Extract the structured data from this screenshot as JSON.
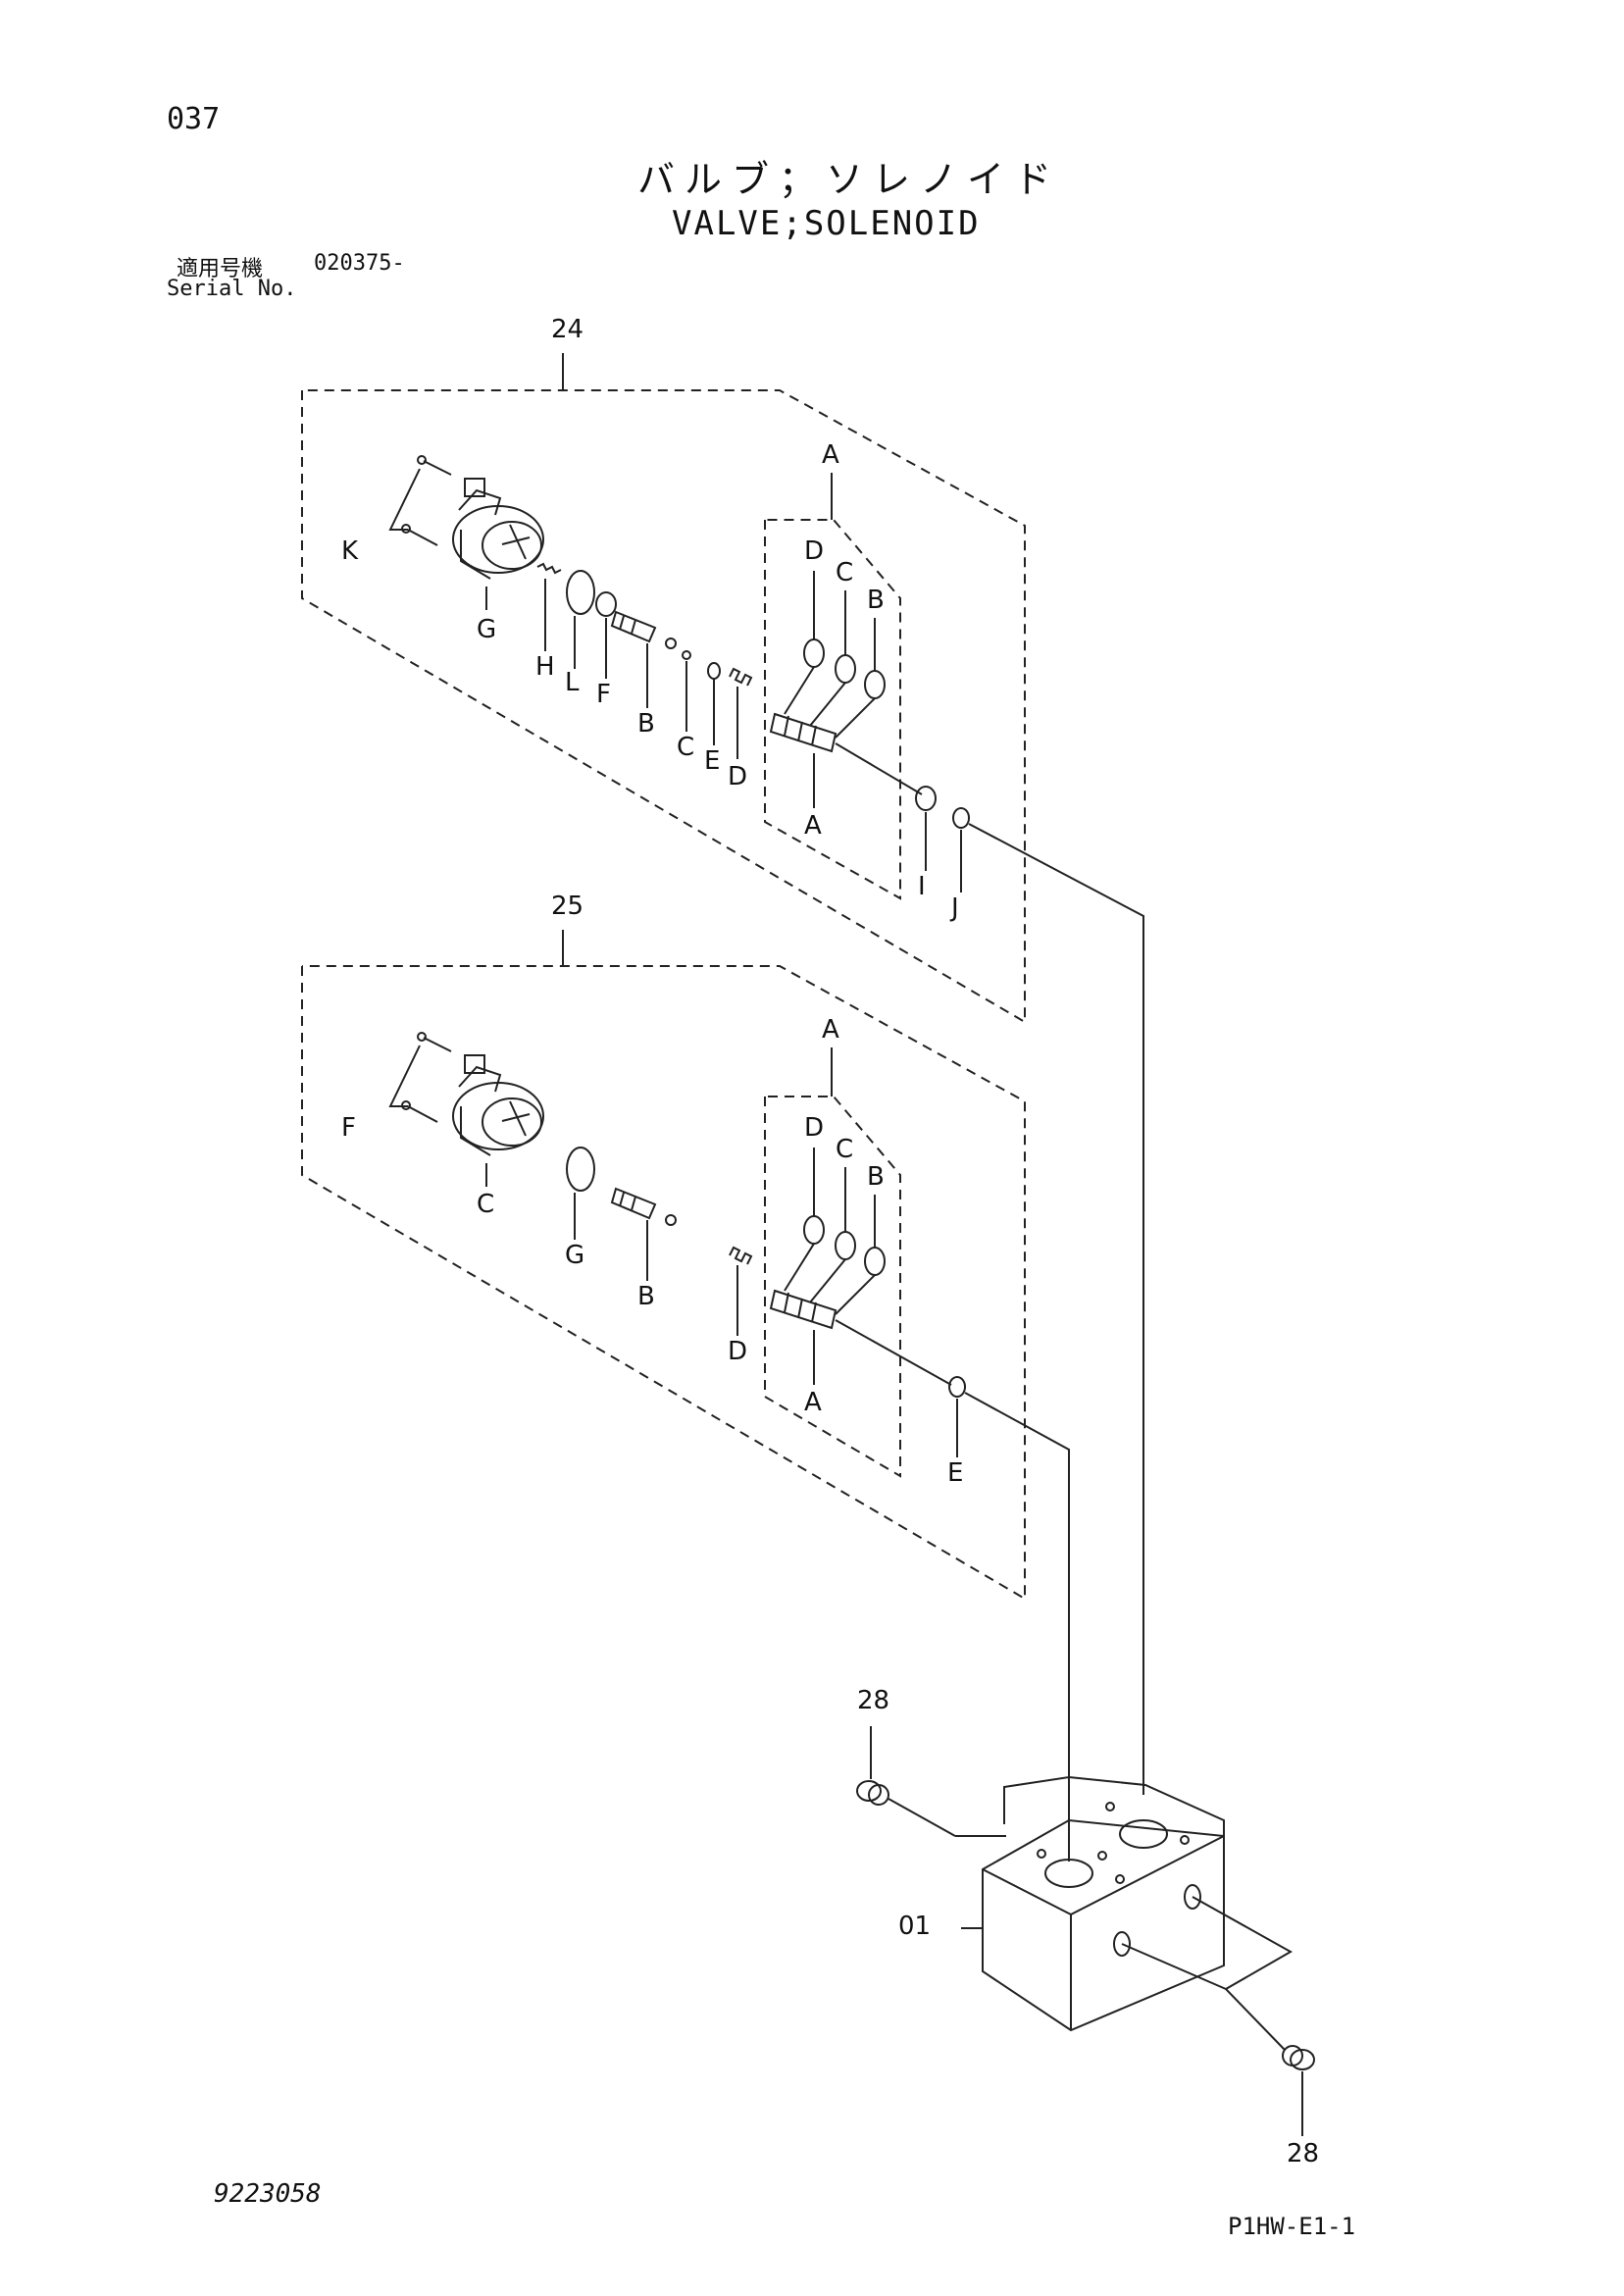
{
  "page": {
    "number": "037",
    "title_jp": "バルブ；ソレノイド",
    "title_en": "VALVE;SOLENOID",
    "serial_label_jp": "適用号機",
    "serial_number": "020375-",
    "serial_label_en": "Serial No.",
    "drawing_number": "9223058",
    "sheet_id": "P1HW-E1-1"
  },
  "assemblies": [
    {
      "id": "24",
      "subgroup": "A",
      "labels": [
        "K",
        "G",
        "H",
        "L",
        "F",
        "B",
        "C",
        "E",
        "D",
        "A",
        "D",
        "C",
        "B",
        "I",
        "J"
      ]
    },
    {
      "id": "25",
      "subgroup": "A",
      "labels": [
        "F",
        "C",
        "G",
        "B",
        "D",
        "A",
        "D",
        "C",
        "B",
        "E"
      ]
    }
  ],
  "block": {
    "id": "01",
    "plugs": [
      "28",
      "28"
    ]
  },
  "icons": {
    "solenoid": "solenoid-coil-icon",
    "cartridge": "valve-cartridge-icon",
    "block": "valve-block-icon",
    "plug": "plug-icon"
  }
}
